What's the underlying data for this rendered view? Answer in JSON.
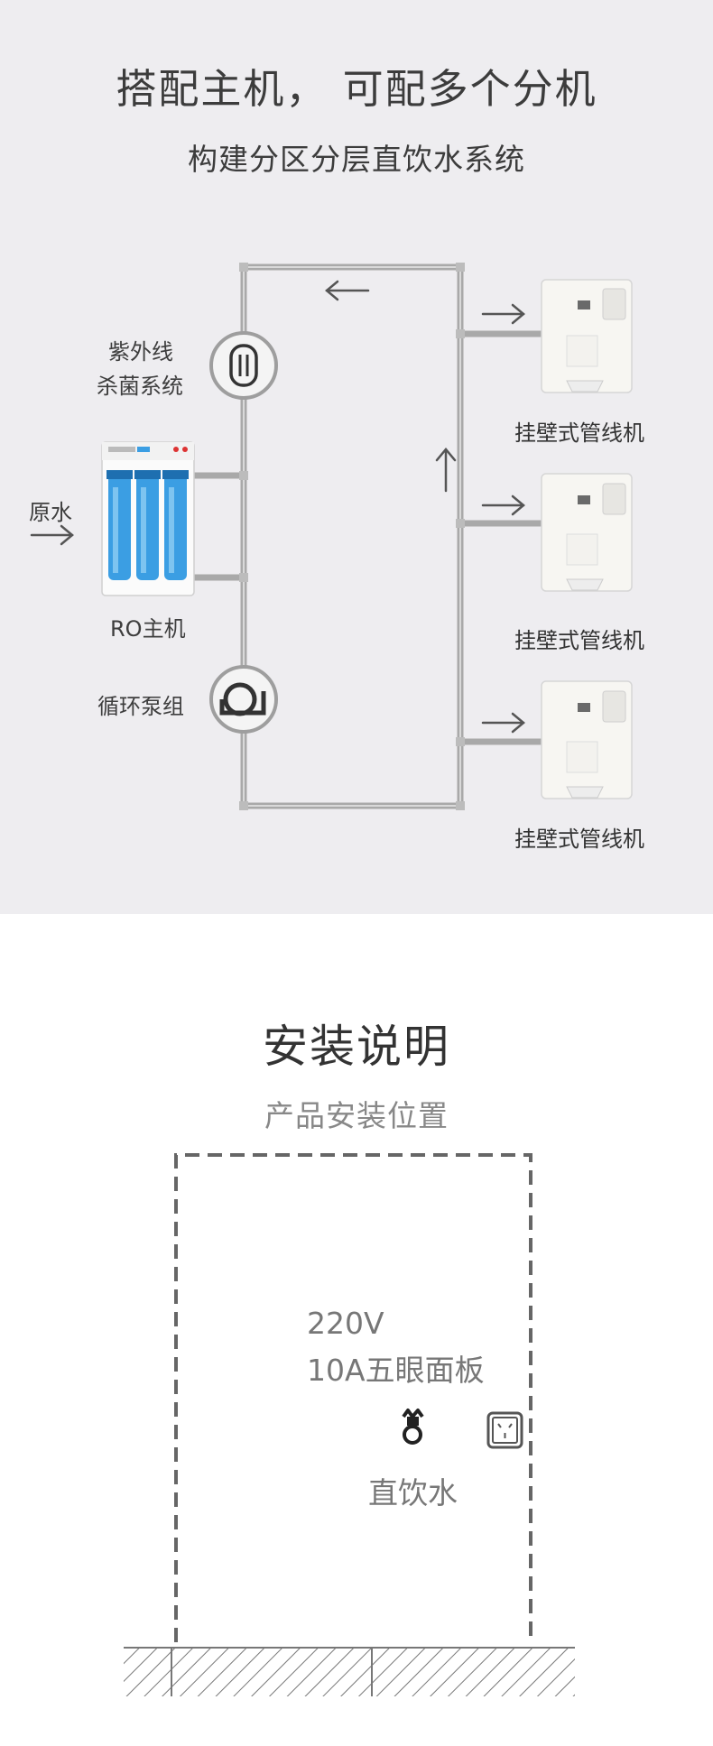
{
  "header": {
    "title": "搭配主机， 可配多个分机",
    "subtitle": "构建分区分层直饮水系统"
  },
  "system": {
    "uv_label_line1": "紫外线",
    "uv_label_line2": "杀菌系统",
    "raw_water_label": "原水",
    "ro_label": "RO主机",
    "pump_label": "循环泵组",
    "devices": [
      {
        "label": "挂壁式管线机"
      },
      {
        "label": "挂壁式管线机"
      },
      {
        "label": "挂壁式管线机"
      }
    ]
  },
  "installation": {
    "title": "安装说明",
    "subtitle": "产品安装位置",
    "outlet_spec_line1": "220V",
    "outlet_spec_line2": "10A五眼面板",
    "water_label": "直饮水"
  },
  "colors": {
    "background_top": "#eeedf0",
    "pipe": "#a9a9a9",
    "filter_blue": "#3b9ee3"
  },
  "icons": [
    "uv-sterilizer-icon",
    "pump-icon",
    "arrow-icon",
    "faucet-icon",
    "power-socket-icon"
  ]
}
